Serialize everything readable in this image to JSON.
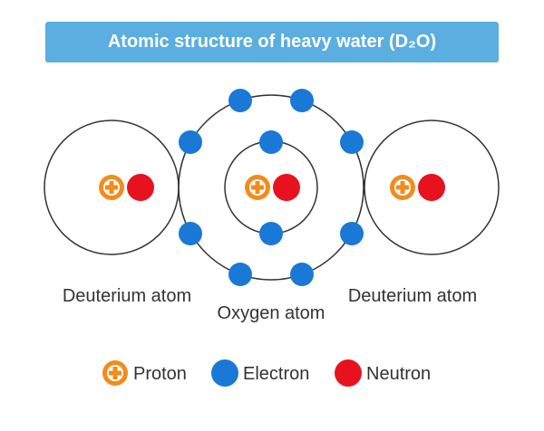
{
  "title": "Atomic structure of heavy water (D₂O)",
  "labels": {
    "left_atom": "Deuterium atom",
    "center_atom": "Oxygen atom",
    "right_atom": "Deuterium atom"
  },
  "legend": {
    "proton": "Proton",
    "electron": "Electron",
    "neutron": "Neutron"
  },
  "colors": {
    "proton": "#f28c1b",
    "electron": "#1a78d6",
    "neutron": "#e8121f",
    "orbit": "#333333",
    "title_bg": "#5aaee0"
  },
  "icons": {
    "proton": "plus-circle-icon",
    "electron": "filled-circle-icon",
    "neutron": "filled-circle-icon"
  }
}
